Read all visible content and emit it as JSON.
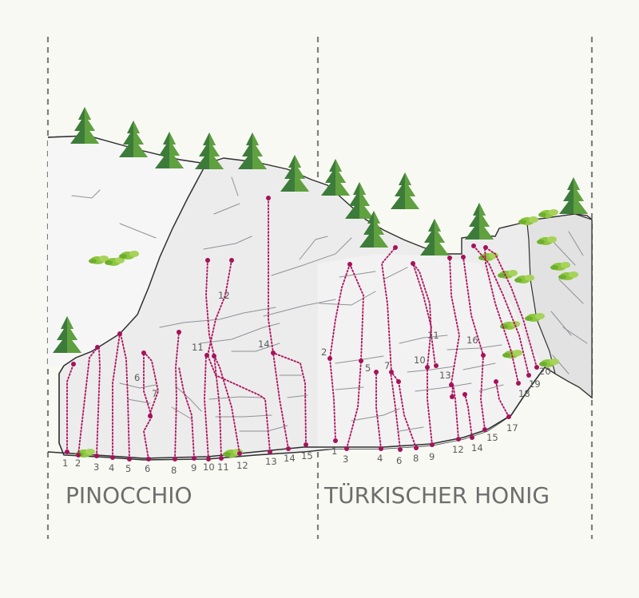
{
  "sectors": [
    {
      "name": "PINOCCHIO"
    },
    {
      "name": "TÜRKISCHER HONIG"
    }
  ],
  "pinocchio_base_labels": [
    "1",
    "2",
    "3",
    "4",
    "5",
    "6",
    "8",
    "9",
    "10",
    "11",
    "12",
    "13",
    "14",
    "15"
  ],
  "pinocchio_wall_labels": [
    "6",
    "7",
    "11",
    "12",
    "14"
  ],
  "honig_base_labels": [
    "1",
    "3",
    "4",
    "6",
    "8",
    "9",
    "12",
    "14",
    "15",
    "17"
  ],
  "honig_wall_labels": [
    "2",
    "5",
    "7",
    "10",
    "11",
    "13",
    "16",
    "18",
    "19",
    "20"
  ],
  "colors": {
    "route": "#b0175f",
    "rock": "#ececec",
    "tree_dark": "#3d7b3a",
    "tree_light": "#5fa03f",
    "bush": "#8dc63f",
    "divider": "#808080"
  }
}
